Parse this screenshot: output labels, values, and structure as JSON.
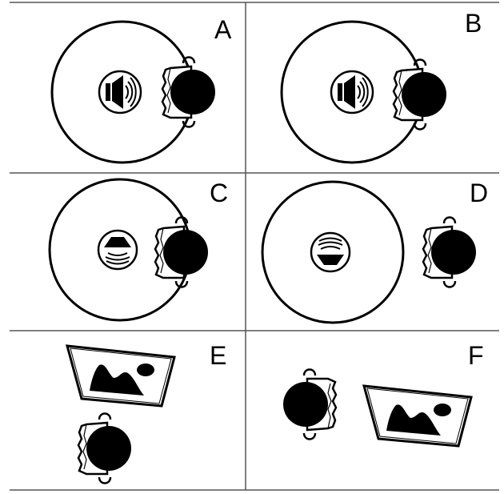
{
  "panels": [
    {
      "label": "A"
    },
    {
      "label": "B"
    },
    {
      "label": "C"
    },
    {
      "label": "D"
    },
    {
      "label": "E"
    },
    {
      "label": "F"
    }
  ],
  "colors": {
    "ink": "#000000",
    "paper": "#ffffff",
    "grid": "#555555"
  },
  "icons": [
    "speaker-icon",
    "loudspeaker-front-icon",
    "loudspeaker-back-icon",
    "picture-icon",
    "head-icon"
  ]
}
